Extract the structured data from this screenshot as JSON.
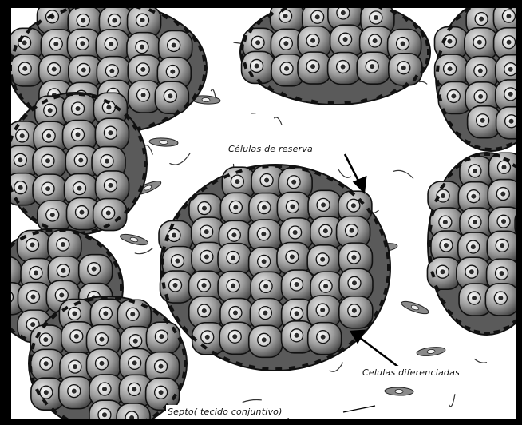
{
  "labels": {
    "reserve_cells": "Células de reserva",
    "differentiated_cells": "Celulas diferenciadas",
    "septum": "Septo( tecido conjuntivo)"
  },
  "colors": {
    "frame": "#000000",
    "background": "#ffffff",
    "cell_fill": "#9a9a9a",
    "cell_light": "#d8d8d8",
    "cell_dark": "#3a3a3a",
    "nucleus": "#f2f2f2"
  },
  "icons": {
    "acinus": "acinus-cluster-icon",
    "fibroblast": "fibroblast-icon"
  }
}
